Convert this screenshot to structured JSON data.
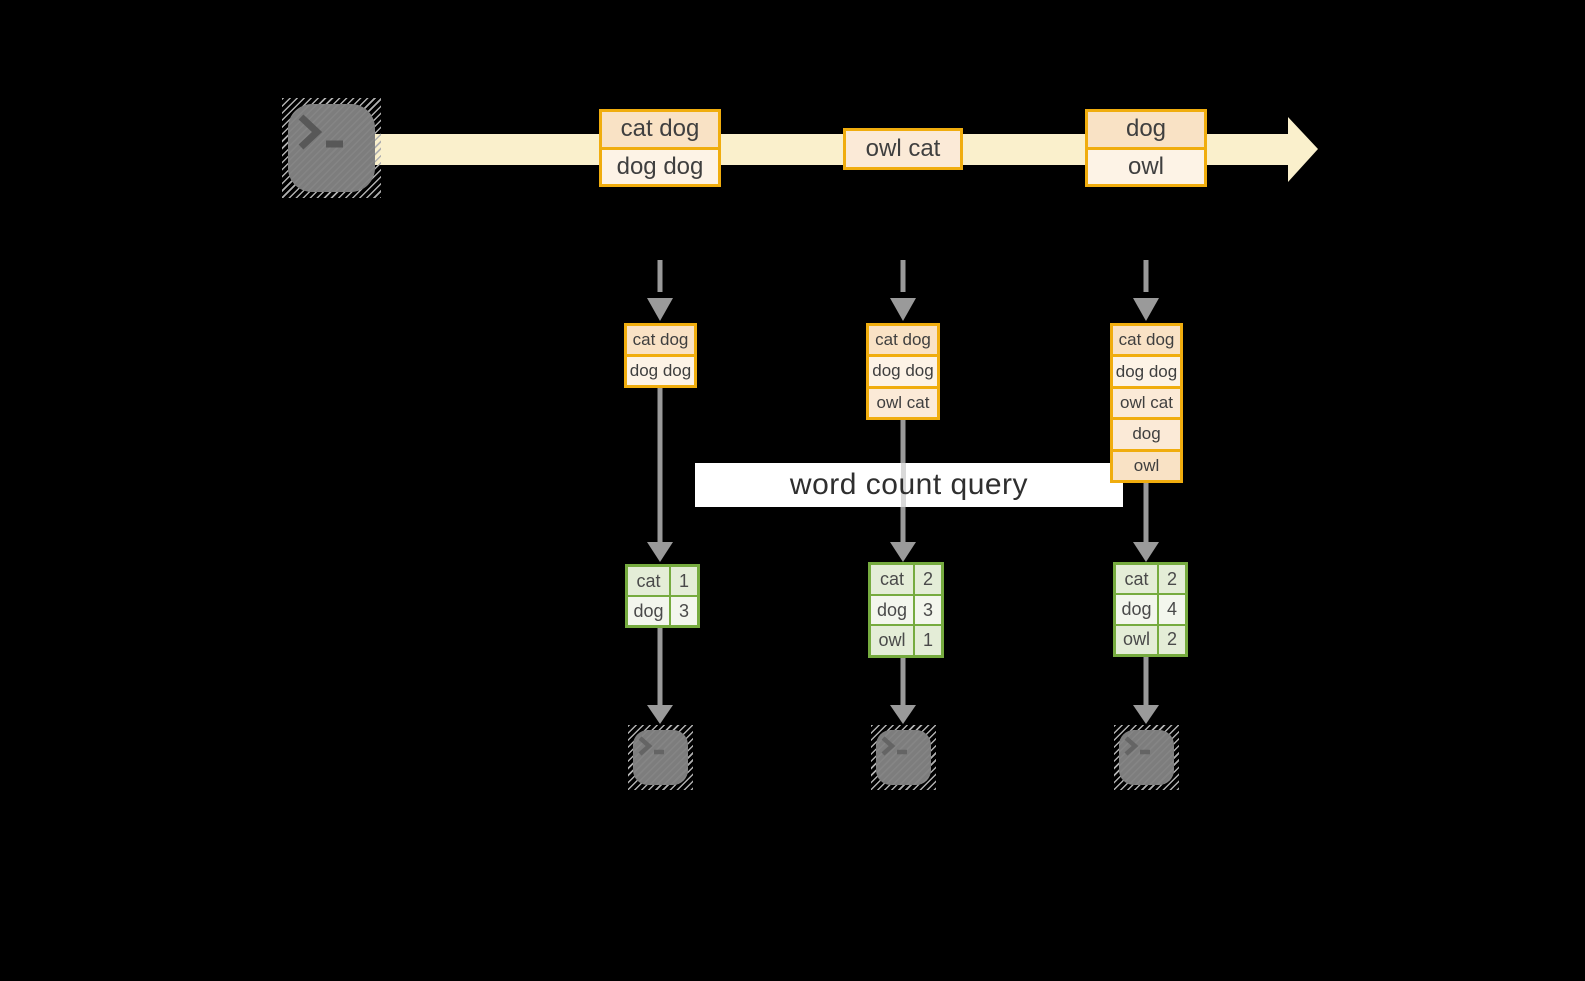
{
  "diagram": {
    "title_semantics": "streaming word count micro-batch diagram",
    "query_label": "word count query",
    "stream": {
      "batches": [
        {
          "cells": [
            "cat dog",
            "dog dog"
          ]
        },
        {
          "cells": [
            "owl cat"
          ]
        },
        {
          "cells": [
            "dog",
            "owl"
          ]
        }
      ]
    },
    "micro_batch_states": [
      {
        "cells": [
          "cat dog",
          "dog dog"
        ]
      },
      {
        "cells": [
          "cat dog",
          "dog dog",
          "owl cat"
        ]
      },
      {
        "cells": [
          "cat dog",
          "dog dog",
          "owl cat",
          "dog",
          "owl"
        ]
      }
    ],
    "result_tables": [
      {
        "rows": [
          {
            "word": "cat",
            "count": "1"
          },
          {
            "word": "dog",
            "count": "3"
          }
        ]
      },
      {
        "rows": [
          {
            "word": "cat",
            "count": "2"
          },
          {
            "word": "dog",
            "count": "3"
          },
          {
            "word": "owl",
            "count": "1"
          }
        ]
      },
      {
        "rows": [
          {
            "word": "cat",
            "count": "2"
          },
          {
            "word": "dog",
            "count": "4"
          },
          {
            "word": "owl",
            "count": "2"
          }
        ]
      }
    ],
    "icons": {
      "source": "terminal-icon",
      "sinks": [
        "terminal-icon",
        "terminal-icon",
        "terminal-icon"
      ]
    },
    "colors": {
      "background": "#000000",
      "stream_fill": "#faf0cc",
      "box_border": "#f0ad0e",
      "record_dark": "#f9e2c5",
      "record_mid": "#fbead7",
      "record_light": "#fdf3e6",
      "table_border": "#76ab3f",
      "table_row_green": "#e4edd7",
      "table_row_light": "#f3f6ed",
      "arrow_gray": "#9a9a9a",
      "query_band": "#ffffff",
      "query_text": "#2f2f2f",
      "terminal_gray": "#7d7d7d"
    }
  }
}
